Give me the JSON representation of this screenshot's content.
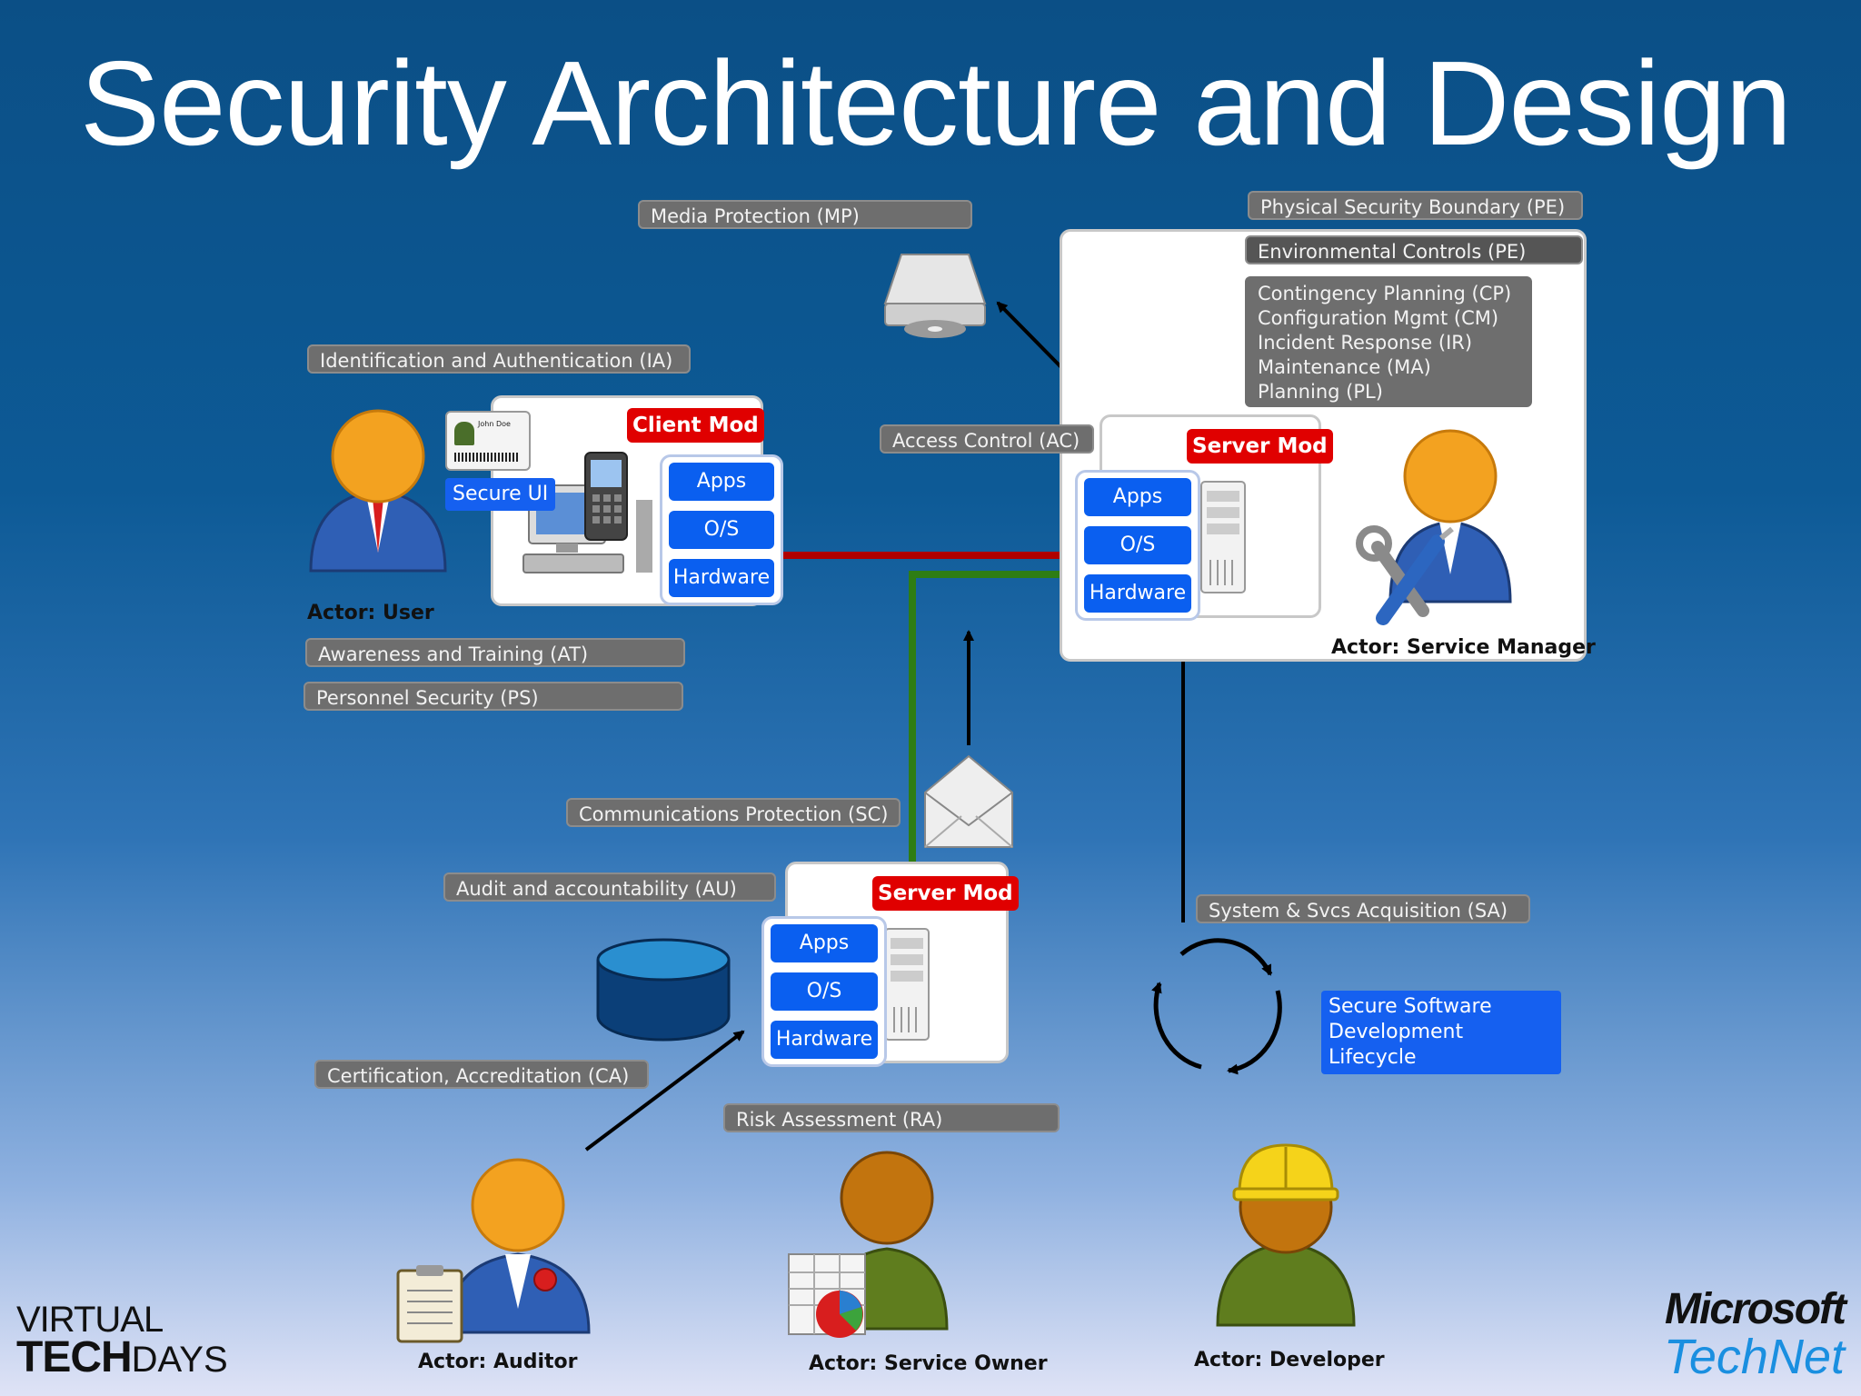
{
  "title": "Security Architecture and Design",
  "tags": {
    "media_protection": "Media Protection (MP)",
    "physical_boundary": "Physical Security Boundary (PE)",
    "environmental": "Environmental Controls (PE)",
    "ops_block": [
      "Contingency Planning (CP)",
      "Configuration Mgmt (CM)",
      "Incident Response (IR)",
      "Maintenance (MA)",
      "Planning (PL)"
    ],
    "identification": "Identification and Authentication (IA)",
    "access_control": "Access Control (AC)",
    "awareness": "Awareness and Training (AT)",
    "personnel": "Personnel Security (PS)",
    "communications": "Communications Protection (SC)",
    "audit": "Audit and accountability (AU)",
    "system_acq": "System & Svcs Acquisition (SA)",
    "certification": "Certification, Accreditation (CA)",
    "risk": "Risk Assessment (RA)"
  },
  "secure_ui": "Secure UI",
  "id_card_name": "John Doe",
  "client_mod": {
    "label": "Client Mod",
    "layers": [
      "Apps",
      "O/S",
      "Hardware"
    ]
  },
  "server_mod_top": {
    "label": "Server Mod",
    "layers": [
      "Apps",
      "O/S",
      "Hardware"
    ]
  },
  "server_mod_bottom": {
    "label": "Server Mod",
    "layers": [
      "Apps",
      "O/S",
      "Hardware"
    ]
  },
  "sdl": [
    "Secure Software",
    "Development Lifecycle"
  ],
  "actors": {
    "user": "Actor: User",
    "service_manager": "Actor: Service Manager",
    "auditor": "Actor: Auditor",
    "service_owner": "Actor: Service Owner",
    "developer": "Actor: Developer"
  },
  "logos": {
    "virtual_line1": "VIRTUAL",
    "virtual_line2a": "TECH",
    "virtual_line2b": "DAYS",
    "ms_line1": "Microsoft",
    "ms_line2": "TechNet"
  },
  "colors": {
    "tag_bg": "#6e6e6e",
    "layer_blue": "#0a5ff0",
    "mod_red": "#e00000",
    "link_red": "#b00000",
    "link_green": "#2e7d14",
    "actor_blue_suit": "#2f5fb5",
    "actor_green_suit": "#5f7d1e",
    "head_orange": "#f3a220",
    "technet_blue": "#1a8fe0"
  }
}
